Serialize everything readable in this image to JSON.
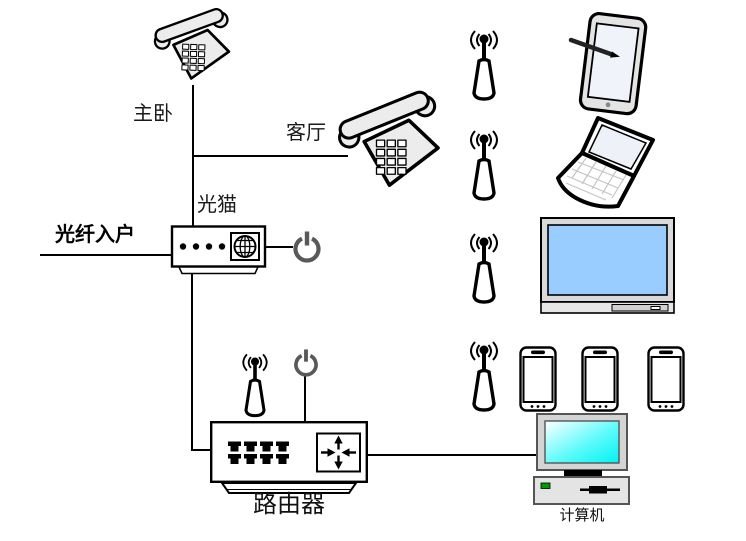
{
  "diagram": {
    "type": "home-network-topology",
    "labels": {
      "master_bedroom": "主卧",
      "living_room": "客厅",
      "optical_modem": "光猫",
      "fiber_to_home": "光纤入户",
      "router": "路由器",
      "computer": "计算机"
    },
    "devices": [
      {
        "id": "telephone-master-bedroom",
        "type": "telephone"
      },
      {
        "id": "telephone-living-room",
        "type": "telephone"
      },
      {
        "id": "optical-modem",
        "type": "modem"
      },
      {
        "id": "modem-power-icon",
        "type": "power-button"
      },
      {
        "id": "router",
        "type": "router",
        "ports": 8
      },
      {
        "id": "router-power-icon",
        "type": "power-button"
      },
      {
        "id": "router-antenna",
        "type": "wifi-antenna"
      },
      {
        "id": "wifi-signal-1",
        "type": "wifi-antenna"
      },
      {
        "id": "wifi-signal-2",
        "type": "wifi-antenna"
      },
      {
        "id": "wifi-signal-3",
        "type": "wifi-antenna"
      },
      {
        "id": "wifi-signal-4",
        "type": "wifi-antenna"
      },
      {
        "id": "tablet",
        "type": "tablet-with-stylus"
      },
      {
        "id": "laptop",
        "type": "laptop"
      },
      {
        "id": "television",
        "type": "tv"
      },
      {
        "id": "smartphone-1",
        "type": "smartphone"
      },
      {
        "id": "smartphone-2",
        "type": "smartphone"
      },
      {
        "id": "smartphone-3",
        "type": "smartphone"
      },
      {
        "id": "desktop-computer",
        "type": "desktop"
      }
    ],
    "connections": [
      {
        "from": "fiber-entry",
        "to": "optical-modem",
        "label": "光纤入户"
      },
      {
        "from": "optical-modem",
        "to": "telephone-master-bedroom",
        "label": "主卧"
      },
      {
        "from": "optical-modem",
        "to": "telephone-living-room",
        "label": "客厅"
      },
      {
        "from": "optical-modem",
        "to": "router"
      },
      {
        "from": "router",
        "to": "desktop-computer",
        "label": "计算机"
      }
    ],
    "colors": {
      "wire": "#000000",
      "power_icon": "#595959",
      "tv_screen": "#99CCFF",
      "pc_screen": "#00F2F2",
      "power_led": "#009900",
      "device_fill": "#ECECEC"
    }
  }
}
